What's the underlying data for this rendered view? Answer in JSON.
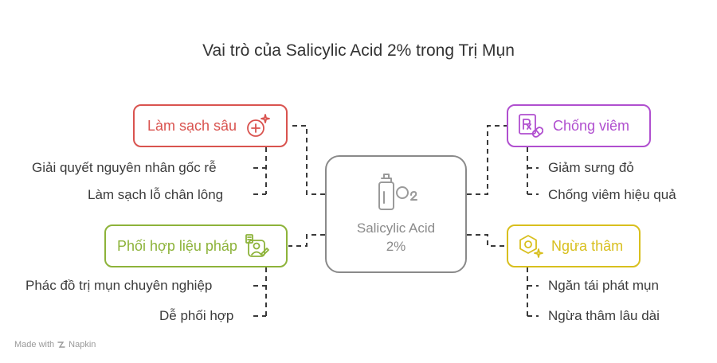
{
  "title": "Vai trò của Salicylic Acid 2% trong Trị Mụn",
  "center": {
    "line1": "Salicylic Acid",
    "line2": "2%",
    "icon": "bottle-o2-icon"
  },
  "categories": [
    {
      "label": "Làm sạch sâu",
      "icon": "plus-sparkle-icon",
      "color": "#d9534f",
      "items": [
        "Giải quyết nguyên nhân gốc rễ",
        "Làm sạch lỗ chân lông"
      ]
    },
    {
      "label": "Phối hợp liệu pháp",
      "icon": "person-treatment-icon",
      "color": "#8db33a",
      "items": [
        "Phác đồ trị mụn chuyên nghiệp",
        "Dễ phối hợp"
      ]
    },
    {
      "label": "Chống viêm",
      "icon": "prescription-pill-icon",
      "color": "#b04fcf",
      "items": [
        "Giảm sưng đỏ",
        "Chống viêm hiệu quả"
      ]
    },
    {
      "label": "Ngừa thâm",
      "icon": "hexagon-sparkle-icon",
      "color": "#d8bf1e",
      "items": [
        "Ngăn tái phát mụn",
        "Ngừa thâm lâu dài"
      ]
    }
  ],
  "footer": {
    "made_with": "Made with",
    "brand": "Napkin",
    "icon": "napkin-logo-icon"
  }
}
